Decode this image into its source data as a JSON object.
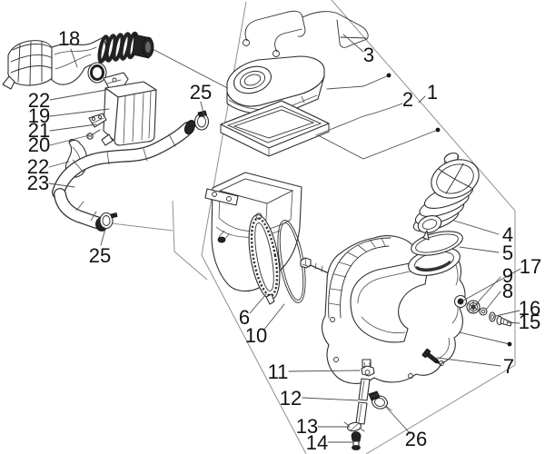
{
  "figure": {
    "type": "exploded-parts-diagram",
    "background": "#ffffff",
    "colors": {
      "line": "#2e2e2e",
      "label": "#111111",
      "boundary": "#8f8f8f",
      "leader": "#4d4d4d"
    }
  },
  "labels": {
    "n18": "18",
    "n22a": "22",
    "n19": "19",
    "n21": "21",
    "n20": "20",
    "n22b": "22",
    "n23": "23",
    "n25a": "25",
    "n25b": "25",
    "n3": "3",
    "n2": "2",
    "n1": "1",
    "n4": "4",
    "n5": "5",
    "n17": "17",
    "n9": "9",
    "n8": "8",
    "n16": "16",
    "n15": "15",
    "n7": "7",
    "n6": "6",
    "n10": "10",
    "n11": "11",
    "n12": "12",
    "n13": "13",
    "n14": "14",
    "n26": "26"
  }
}
